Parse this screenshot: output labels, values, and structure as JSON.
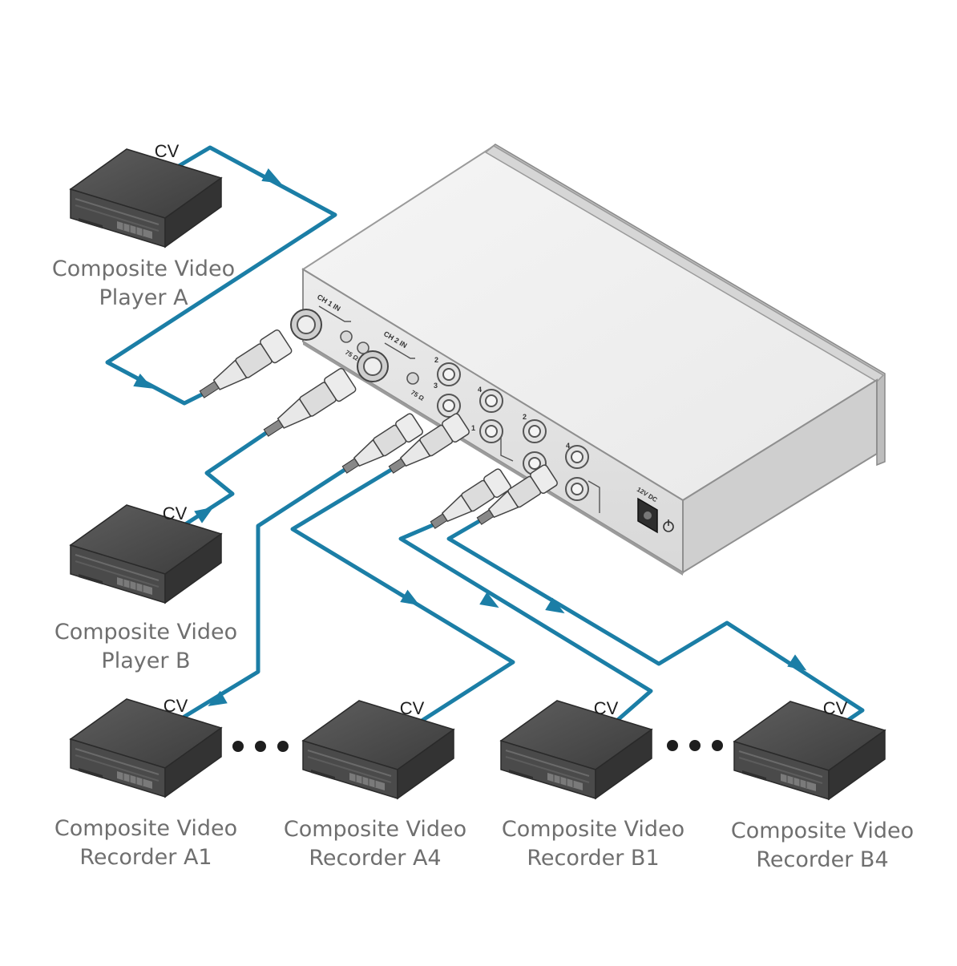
{
  "switcher": {
    "panel_labels": {
      "ch1_in": "CH 1 IN",
      "ch2_in": "CH 2 IN",
      "ohm_75_a": "75 Ω",
      "ohm_75_b": "75 Ω",
      "out_a_top": "2",
      "out_a_mid": "4",
      "out_a_low": "3",
      "out_a_bottom": "1",
      "out_b_top": "2",
      "out_b_mid": "4",
      "power": "12V DC"
    }
  },
  "devices": [
    {
      "id": "player-a",
      "cv": "CV",
      "line1": "Composite Video",
      "line2": "Player A"
    },
    {
      "id": "player-b",
      "cv": "CV",
      "line1": "Composite Video",
      "line2": "Player B"
    },
    {
      "id": "recorder-a1",
      "cv": "CV",
      "line1": "Composite Video",
      "line2": "Recorder A1"
    },
    {
      "id": "recorder-a4",
      "cv": "CV",
      "line1": "Composite Video",
      "line2": "Recorder A4"
    },
    {
      "id": "recorder-b1",
      "cv": "CV",
      "line1": "Composite Video",
      "line2": "Recorder B1"
    },
    {
      "id": "recorder-b4",
      "cv": "CV",
      "line1": "Composite Video",
      "line2": "Recorder B4"
    }
  ],
  "colors": {
    "cable": "#1b7ea6",
    "device_dark": "#3a3a3a",
    "device_mid": "#4d4d4d",
    "device_light": "#686868",
    "switcher_top": "#f1f1f1",
    "switcher_front": "#e2e2e2",
    "label_text": "#6f6f6f"
  }
}
